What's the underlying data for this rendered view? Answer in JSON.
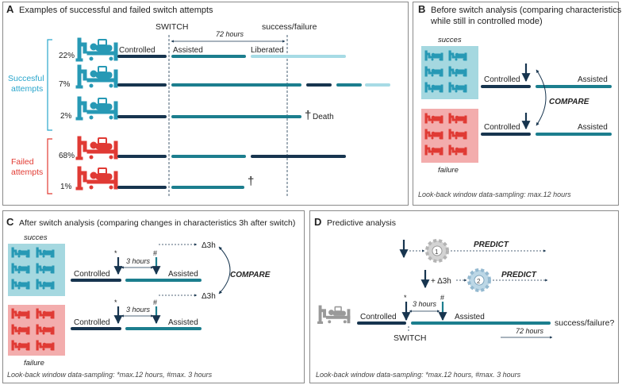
{
  "panels": {
    "a": {
      "letter": "A",
      "title": "Examples of successful and failed switch attempts",
      "switch_label": "SWITCH",
      "hours_label": "72 hours",
      "outcome_label": "success/failure",
      "phase_controlled": "Controlled",
      "phase_assisted": "Assisted",
      "phase_liberated": "Liberated",
      "group_success": [
        "Succesful",
        "attempts"
      ],
      "group_failed": [
        "Failed",
        "attempts"
      ],
      "rows": [
        {
          "pct": "22%"
        },
        {
          "pct": "7%"
        },
        {
          "pct": "2%",
          "note": "Death",
          "dagger": "†"
        },
        {
          "pct": "68%"
        },
        {
          "pct": "1%",
          "dagger": "†"
        }
      ]
    },
    "b": {
      "letter": "B",
      "title_line1": "Before switch analysis (comparing characteristics",
      "title_line2": "while still in controlled mode)",
      "group_success": "succes",
      "group_failure": "failure",
      "controlled": "Controlled",
      "assisted": "Assisted",
      "compare": "COMPARE",
      "footer": "Look-back window data-sampling: max.12 hours"
    },
    "c": {
      "letter": "C",
      "title": "After switch analysis (comparing changes in characteristics 3h after switch)",
      "group_success": "succes",
      "group_failure": "failure",
      "controlled": "Controlled",
      "assisted": "Assisted",
      "hours": "3 hours",
      "delta": "Δ3h",
      "compare": "COMPARE",
      "mark_star": "*",
      "mark_hash": "#",
      "footer": "Look-back window data-sampling: *max.12 hours, #max. 3 hours"
    },
    "d": {
      "letter": "D",
      "title": "Predictive analysis",
      "predict": "PREDICT",
      "plus_delta": "+ Δ3h",
      "gear1": "1",
      "gear2": "2",
      "hours3": "3 hours",
      "controlled": "Controlled",
      "assisted": "Assisted",
      "switch_label": "SWITCH",
      "outcome": "success/failure?",
      "hours72": "72 hours",
      "mark_star": "*",
      "mark_hash": "#",
      "footer": "Look-back window data-sampling: *max.12 hours, #max. 3 hours"
    }
  },
  "colors": {
    "navy": "#17354f",
    "teal": "#1c7e8e",
    "light_teal": "#a7dbe5",
    "success_bg": "#a5d8e0",
    "failure_bg": "#f3adad",
    "success_text": "#2aa6cc",
    "failure_text": "#e23b33",
    "patient_teal": "#2799b5",
    "patient_red": "#e03a34"
  }
}
